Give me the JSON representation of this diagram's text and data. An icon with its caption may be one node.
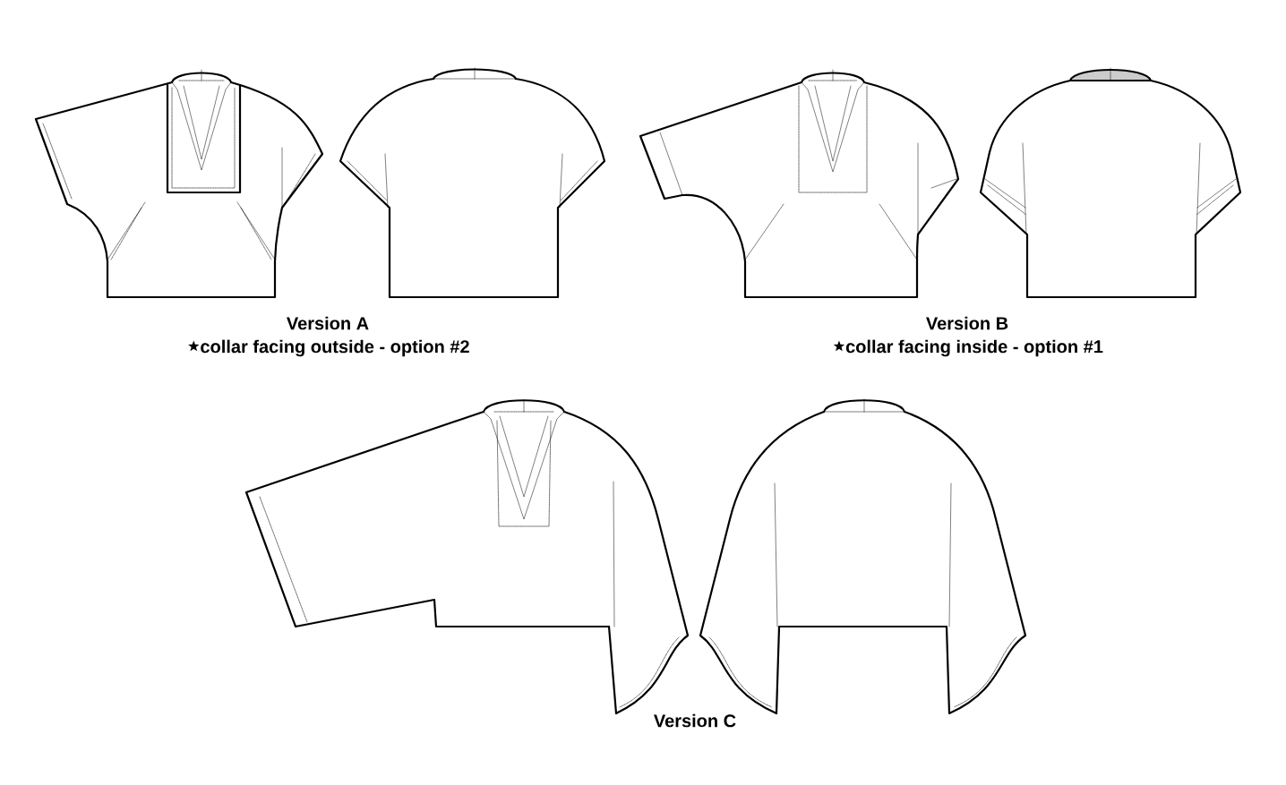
{
  "diagram": {
    "labels": [
      "Version A",
      "collar facing outside - option #2",
      "Version B",
      "collar facing inside - option #1",
      "Version C"
    ]
  }
}
